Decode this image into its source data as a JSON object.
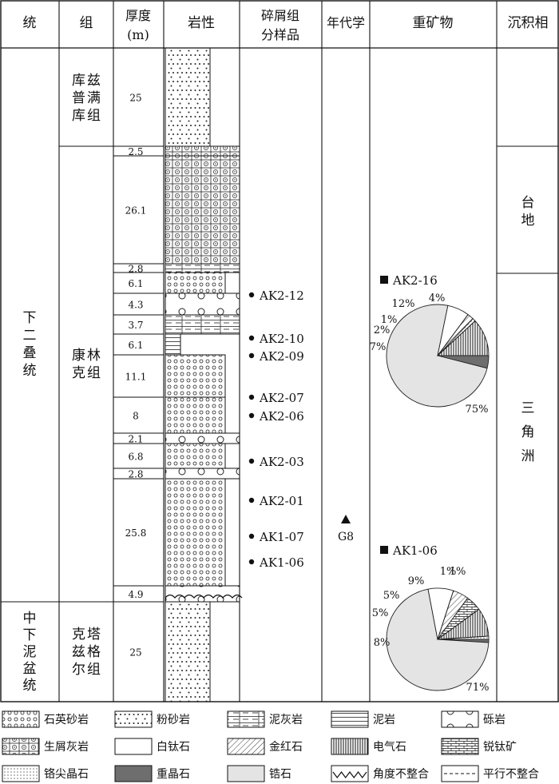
{
  "headers": {
    "tong": "统",
    "zu": "组",
    "thickness_1": "厚度",
    "thickness_2": "(m)",
    "lithology": "岩性",
    "samples_1": "碎屑组",
    "samples_2": "分样品",
    "geochronology": "年代学",
    "heavy_minerals": "重矿物",
    "facies": "沉积相"
  },
  "series_names": [
    {
      "text": "下二叠统"
    },
    {
      "text": "中下泥盆统"
    }
  ],
  "formations": [
    {
      "text": "库普库兹满组"
    },
    {
      "text": "康克林组"
    },
    {
      "text": "克兹尔塔格组"
    }
  ],
  "layers": [
    {
      "thickness": "25",
      "lith": "siltstone"
    },
    {
      "thickness": "2.5",
      "lith": "bioclastic"
    },
    {
      "thickness": "26.1",
      "lith": "bioclastic"
    },
    {
      "thickness": "2.8",
      "lith": "marl"
    },
    {
      "thickness": "6.1",
      "lith": "sandstone"
    },
    {
      "thickness": "4.3",
      "lith": "conglomerate"
    },
    {
      "thickness": "3.7",
      "lith": "marl"
    },
    {
      "thickness": "6.1",
      "lith": "mudstone"
    },
    {
      "thickness": "11.1",
      "lith": "sandstone"
    },
    {
      "thickness": "8",
      "lith": "sandstone"
    },
    {
      "thickness": "2.1",
      "lith": "conglomerate"
    },
    {
      "thickness": "6.8",
      "lith": "sandstone"
    },
    {
      "thickness": "2.8",
      "lith": "conglomerate"
    },
    {
      "thickness": "25.8",
      "lith": "sandstone"
    },
    {
      "thickness": "4.9",
      "lith": "conglomerate"
    },
    {
      "thickness": "25",
      "lith": "siltstone"
    }
  ],
  "samples": [
    "AK2-12",
    "AK2-10",
    "AK2-09",
    "AK2-07",
    "AK2-06",
    "AK2-03",
    "AK2-01",
    "AK1-07",
    "AK1-06"
  ],
  "geochronology_sample": "G8",
  "facies": [
    {
      "text": "台地"
    },
    {
      "text": "三角洲"
    }
  ],
  "chart_data": [
    {
      "type": "pie",
      "title": "AK2-16",
      "slices": [
        {
          "name": "barite",
          "value": 4,
          "label": "4%",
          "color": "#6e6e6e"
        },
        {
          "name": "zircon",
          "value": 75,
          "label": "75%",
          "color": "#e4e4e4"
        },
        {
          "name": "leucoxene",
          "value": 7,
          "label": "7%",
          "color": "#ffffff"
        },
        {
          "name": "rutile",
          "value": 2,
          "label": "2%",
          "color": "hatch"
        },
        {
          "name": "chrome-spinel",
          "value": 1,
          "label": "1%",
          "color": "dotted"
        },
        {
          "name": "tourmaline",
          "value": 12,
          "label": "12%",
          "color": "vertical"
        }
      ]
    },
    {
      "type": "pie",
      "title": "AK1-06",
      "slices": [
        {
          "name": "barite",
          "value": 1,
          "label": "1%",
          "color": "#6e6e6e"
        },
        {
          "name": "zircon",
          "value": 71,
          "label": "71%",
          "color": "#e4e4e4"
        },
        {
          "name": "leucoxene",
          "value": 8,
          "label": "8%",
          "color": "#ffffff"
        },
        {
          "name": "rutile",
          "value": 5,
          "label": "5%",
          "color": "hatch"
        },
        {
          "name": "anatase",
          "value": 5,
          "label": "5%",
          "color": "brick"
        },
        {
          "name": "tourmaline",
          "value": 9,
          "label": "9%",
          "color": "vertical"
        },
        {
          "name": "chrome-spinel",
          "value": 1,
          "label": "1%",
          "color": "dotted"
        }
      ]
    }
  ],
  "legend": [
    {
      "key": "sandstone",
      "label": "石英砂岩"
    },
    {
      "key": "siltstone",
      "label": "粉砂岩"
    },
    {
      "key": "marl",
      "label": "泥灰岩"
    },
    {
      "key": "mudstone",
      "label": "泥岩"
    },
    {
      "key": "conglomerate",
      "label": "砾岩"
    },
    {
      "key": "bioclastic",
      "label": "生屑灰岩"
    },
    {
      "key": "leucoxene",
      "label": "白钛石"
    },
    {
      "key": "rutile",
      "label": "金红石"
    },
    {
      "key": "tourmaline",
      "label": "电气石"
    },
    {
      "key": "anatase",
      "label": "锐钛矿"
    },
    {
      "key": "chrome-spinel",
      "label": "铬尖晶石"
    },
    {
      "key": "barite",
      "label": "重晶石"
    },
    {
      "key": "zircon",
      "label": "锆石"
    },
    {
      "key": "angular",
      "label": "角度不整合"
    },
    {
      "key": "parallel",
      "label": "平行不整合"
    }
  ]
}
